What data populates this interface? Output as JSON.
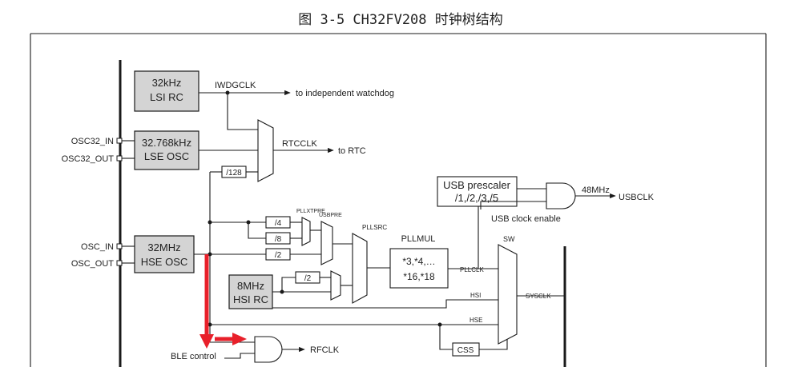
{
  "figure": {
    "caption": "图 3-5 CH32FV208 时钟树结构"
  },
  "sources": {
    "lsi": [
      "32kHz",
      "LSI RC"
    ],
    "lse": [
      "32.768kHz",
      "LSE OSC"
    ],
    "hse": [
      "32MHz",
      "HSE OSC"
    ],
    "hsi": [
      "8MHz",
      "HSI RC"
    ]
  },
  "pins": {
    "osc32_in": "OSC32_IN",
    "osc32_out": "OSC32_OUT",
    "osc_in": "OSC_IN",
    "osc_out": "OSC_OUT"
  },
  "signals": {
    "iwdgclk": "IWDGCLK",
    "rtcclk": "RTCCLK",
    "pllclk": "PLLCLK",
    "sysclk": "SYSCLK",
    "usbclk": "USBCLK",
    "rfclk": "RFCLK",
    "hsi": "HSI",
    "hse": "HSE"
  },
  "destinations": {
    "watchdog": "to independent watchdog",
    "rtc": "to RTC"
  },
  "dividers": {
    "div128": "/128",
    "div4": "/4",
    "div8": "/8",
    "div2_hse": "/2",
    "div2_hsi": "/2"
  },
  "mux_labels": {
    "pllxtpre": "PLLXTPRE",
    "usbpre": "USBPRE",
    "pllsrc": "PLLSRC",
    "sw": "SW"
  },
  "pllmul": {
    "label": "PLLMUL",
    "line1": "*3,*4,…",
    "line2": "*16,*18"
  },
  "usb": {
    "prescaler_line1": "USB prescaler",
    "prescaler_line2": "/1,/2,/3,/5",
    "freq": "48MHz",
    "enable": "USB clock enable"
  },
  "misc": {
    "css": "CSS",
    "ble_control": "BLE control"
  }
}
